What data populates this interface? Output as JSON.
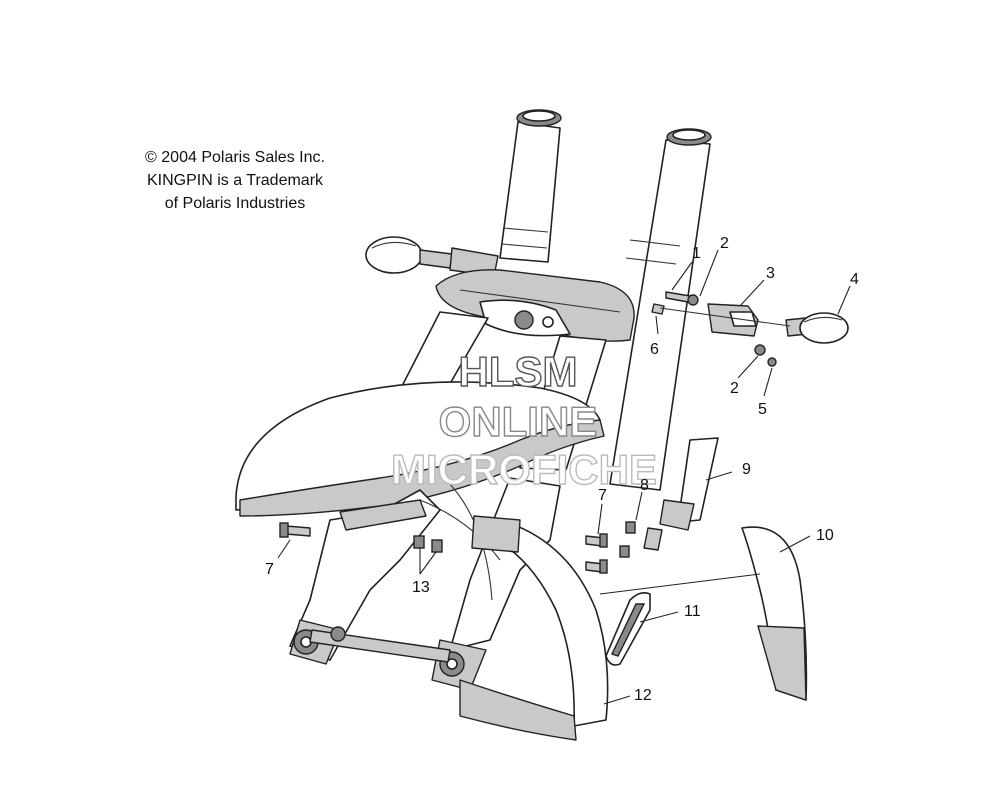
{
  "copyright": {
    "line1": "© 2004 Polaris Sales Inc.",
    "line2": "KINGPIN is a Trademark",
    "line3": "of Polaris Industries"
  },
  "watermark": {
    "line1": "HLSM",
    "line2": "ONLINE",
    "line3": "MICROFICHE"
  },
  "callouts": {
    "c1": "1",
    "c2a": "2",
    "c2b": "2",
    "c3": "3",
    "c4": "4",
    "c5": "5",
    "c6": "6",
    "c7a": "7",
    "c7b": "7",
    "c8": "8",
    "c9": "9",
    "c10": "10",
    "c11": "11",
    "c12": "12",
    "c13": "13"
  }
}
